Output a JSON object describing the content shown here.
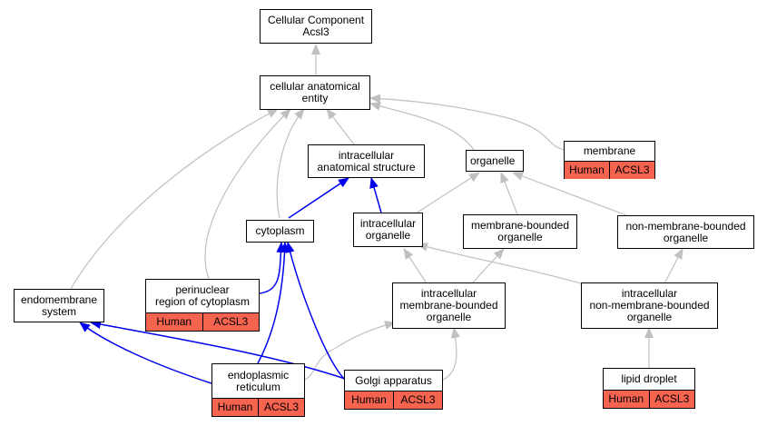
{
  "nodes": {
    "root": {
      "label": "Cellular Component\nAcsl3"
    },
    "cae": {
      "label": "cellular anatomical\nentity"
    },
    "ias": {
      "label": "intracellular\nanatomical structure"
    },
    "organelle": {
      "label": "organelle"
    },
    "membrane": {
      "label": "membrane",
      "species": "Human",
      "gene": "ACSL3"
    },
    "cytoplasm": {
      "label": "cytoplasm"
    },
    "intra_org": {
      "label": "intracellular\norganelle"
    },
    "mb_org": {
      "label": "membrane-bounded\norganelle"
    },
    "nmb_org": {
      "label": "non-membrane-bounded\norganelle"
    },
    "endo": {
      "label": "endomembrane\nsystem"
    },
    "perinuc": {
      "label": "perinuclear\nregion of cytoplasm",
      "species": "Human",
      "gene": "ACSL3"
    },
    "imb_org": {
      "label": "intracellular\nmembrane-bounded\norganelle"
    },
    "inmb_org": {
      "label": "intracellular\nnon-membrane-bounded\norganelle"
    },
    "er": {
      "label": "endoplasmic\nreticulum",
      "species": "Human",
      "gene": "ACSL3"
    },
    "golgi": {
      "label": "Golgi apparatus",
      "species": "Human",
      "gene": "ACSL3"
    },
    "lipid": {
      "label": "lipid droplet",
      "species": "Human",
      "gene": "ACSL3"
    }
  },
  "colors": {
    "is_a_edge": "#c0c0c0",
    "part_of_edge": "#0000ee",
    "annotation_fill": "#f6634e"
  }
}
